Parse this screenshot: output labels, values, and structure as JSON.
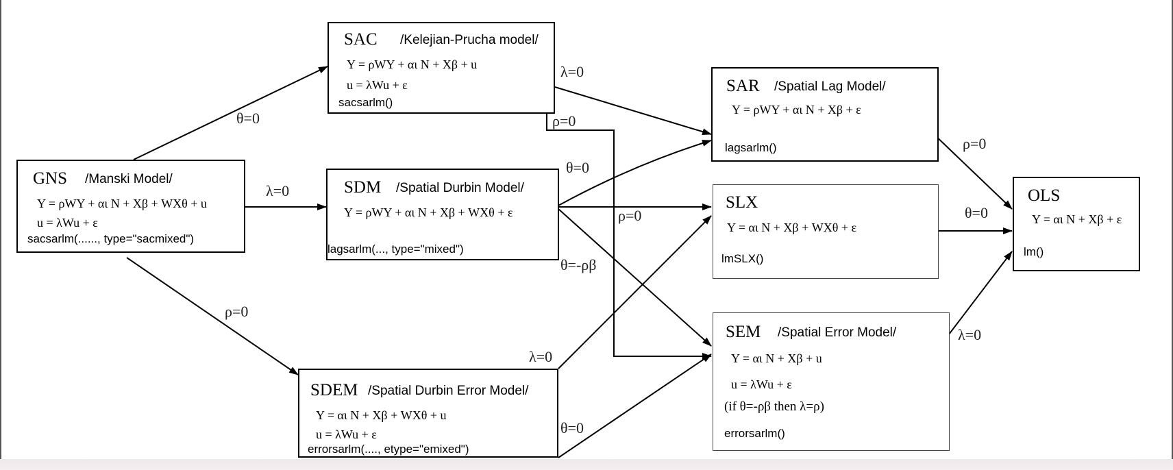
{
  "nodes": {
    "gns": {
      "abbr": "GNS",
      "name": "/Manski Model/",
      "eq1": "Y = ρWY + αι N + Xβ + WXθ + u",
      "eq2": "u = λWu + ε",
      "fn": "sacsarlm(......, type=\"sacmixed\")"
    },
    "sac": {
      "abbr": "SAC",
      "name": "/Kelejian-Prucha model/",
      "eq1": "Y = ρWY + αι N + Xβ + u",
      "eq2": "u = λWu + ε",
      "fn": "sacsarlm()"
    },
    "sdm": {
      "abbr": "SDM",
      "name": "/Spatial Durbin Model/",
      "eq1": "Y = ρWY + αι N + Xβ + WXθ + ε",
      "fn": "lagsarlm(..., type=\"mixed\")"
    },
    "sdem": {
      "abbr": "SDEM",
      "name": "/Spatial Durbin Error Model/",
      "eq1": "Y = αι N + Xβ + WXθ + u",
      "eq2": "u = λWu + ε",
      "fn": "errorsarlm(...., etype=\"emixed\")"
    },
    "sar": {
      "abbr": "SAR",
      "name": "/Spatial Lag Model/",
      "eq1": "Y = ρWY + αι N + Xβ + ε",
      "fn": "lagsarlm()"
    },
    "slx": {
      "abbr": "SLX",
      "eq1": "Y = αι N + Xβ + WXθ + ε",
      "fn": "lmSLX()"
    },
    "sem": {
      "abbr": "SEM",
      "name": "/Spatial Error Model/",
      "eq1": "Y = αι N + Xβ + u",
      "eq2": "u = λWu + ε",
      "note": "(if θ=-ρβ then λ=ρ)",
      "fn": "errorsarlm()"
    },
    "ols": {
      "abbr": "OLS",
      "eq1": "Y = αι N + Xβ + ε",
      "fn": "lm()"
    }
  },
  "edges": {
    "gns_sac": "θ=0",
    "gns_sdm": "λ=0",
    "gns_sdem": "ρ=0",
    "sac_sar": "λ=0",
    "sac_sem": "ρ=0",
    "sdm_sar": "θ=0",
    "sdm_slx": "ρ=0",
    "sdm_sem": "θ=-ρβ",
    "sdem_slx": "λ=0",
    "sdem_sem": "θ=0",
    "sar_ols": "ρ=0",
    "slx_ols": "θ=0",
    "sem_ols": "λ=0"
  }
}
